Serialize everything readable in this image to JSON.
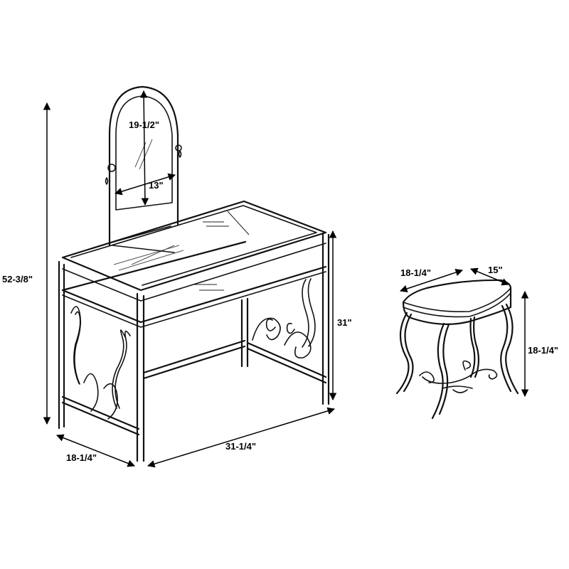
{
  "dimensions": {
    "vanity_total_height": "52-3/8\"",
    "mirror_height": "19-1/2\"",
    "mirror_width": "13\"",
    "vanity_depth": "18-1/4\"",
    "vanity_width": "31-1/4\"",
    "vanity_height": "31\"",
    "stool_width": "18-1/4\"",
    "stool_depth": "15\"",
    "stool_height": "18-1/4\""
  }
}
